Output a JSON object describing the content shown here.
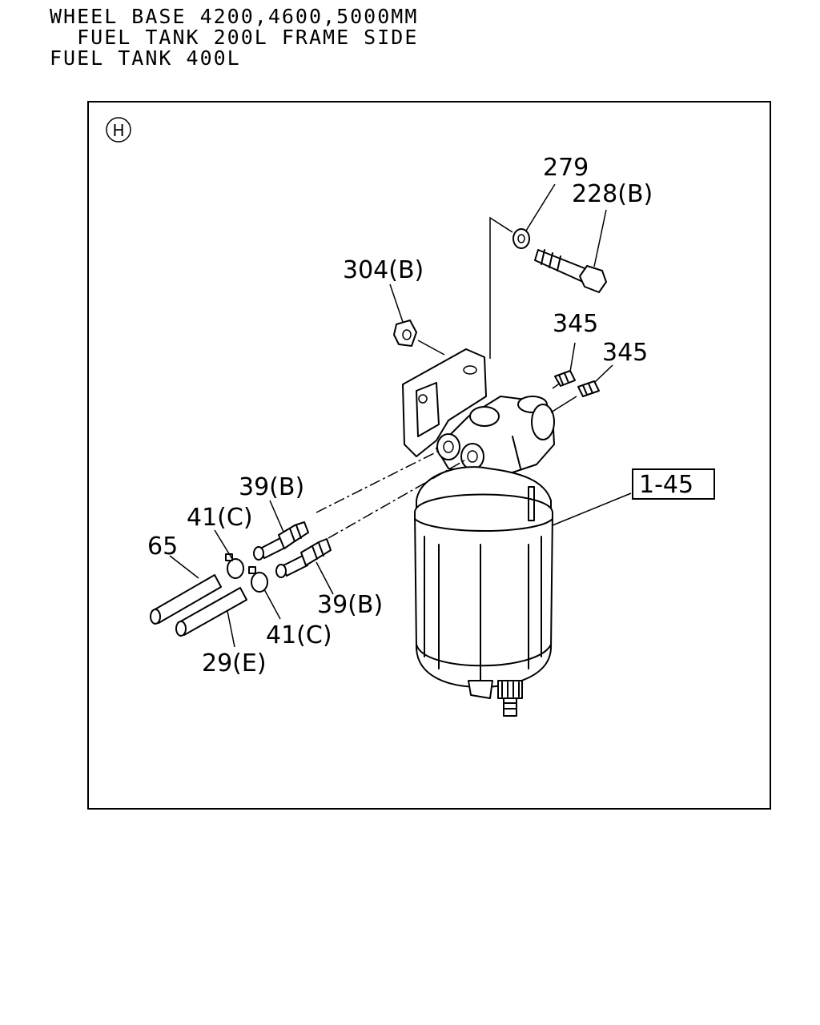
{
  "header": {
    "line1": "WHEEL BASE 4200,4600,5000MM",
    "line2": "  FUEL TANK 200L FRAME SIDE",
    "line3": "FUEL TANK 400L"
  },
  "diagram": {
    "section_marker": "H",
    "labels": {
      "p279": "279",
      "p228b": "228(B)",
      "p304b": "304(B)",
      "p345a": "345",
      "p345b": "345",
      "p39b_top": "39(B)",
      "p41c_top": "41(C)",
      "p65": "65",
      "p1_45": "1-45",
      "p39b_bottom": "39(B)",
      "p41c_bottom": "41(C)",
      "p29e": "29(E)"
    }
  }
}
